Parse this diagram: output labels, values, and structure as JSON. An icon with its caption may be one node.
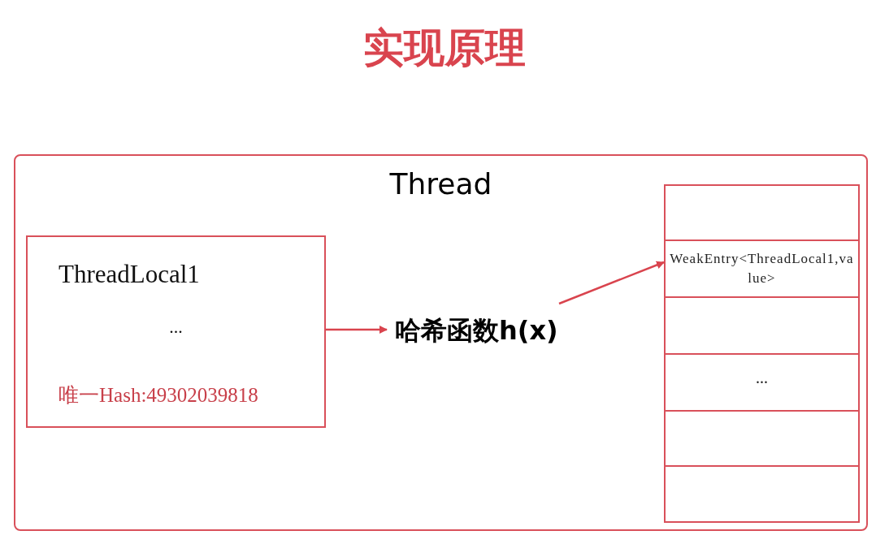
{
  "diagram": {
    "title": "实现原理",
    "nodes": [
      {
        "text": [
          "Thread"
        ]
      },
      {
        "text": [
          "ThreadLocal1",
          "...",
          "唯一Hash:49302039818"
        ],
        "in": 0
      },
      {
        "text": [
          "哈希函数h(x)"
        ],
        "in": 0
      },
      {
        "text": [],
        "shape": "box",
        "in": 0
      },
      {
        "text": [
          "WeakEntry<ThreadLocal1,value>"
        ],
        "in": 0
      },
      {
        "text": [],
        "shape": "box",
        "in": 0
      },
      {
        "text": [
          "..."
        ],
        "in": 0
      },
      {
        "text": [],
        "shape": "box",
        "in": 0
      },
      {
        "text": [],
        "shape": "box",
        "in": 0
      }
    ],
    "edges": [
      {
        "from": 1,
        "to": 2,
        "arrow": "to"
      },
      {
        "from": 2,
        "to": 4,
        "arrow": "to"
      }
    ]
  }
}
